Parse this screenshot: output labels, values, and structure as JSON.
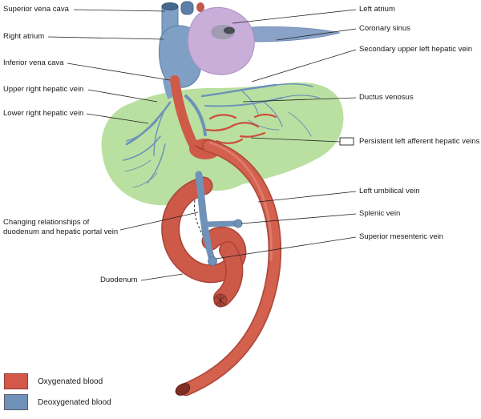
{
  "labels": {
    "superior_vena_cava": "Superior vena cava",
    "right_atrium": "Right atrium",
    "inferior_vena_cava": "Inferior vena cava",
    "upper_right_hepatic_vein": "Upper right hepatic vein",
    "lower_right_hepatic_vein": "Lower right hepatic vein",
    "changing_relationships": "Changing relationships of duodenum and hepatic portal vein",
    "duodenum": "Duodenum",
    "left_atrium": "Left atrium",
    "coronary_sinus": "Coronary sinus",
    "secondary_upper_left_hepatic_vein": "Secondary upper left hepatic vein",
    "ductus_venosus": "Ductus venosus",
    "persistent_left_afferent_hepatic_veins": "Persistent left afferent hepatic veins",
    "left_umbilical_vein": "Left umbilical vein",
    "splenic_vein": "Splenic vein",
    "superior_mesenteric_vein": "Superior mesenteric vein"
  },
  "legend": {
    "items": [
      {
        "label": "Oxygenated blood",
        "color": "#d4584a"
      },
      {
        "label": "Deoxygenated blood",
        "color": "#7092b8"
      }
    ]
  },
  "colors": {
    "oxygenated_red": "#d4584a",
    "deoxygenated_blue": "#7092b8",
    "liver_green": "#b9e0a0",
    "atrium_purple": "#c9aed9"
  }
}
